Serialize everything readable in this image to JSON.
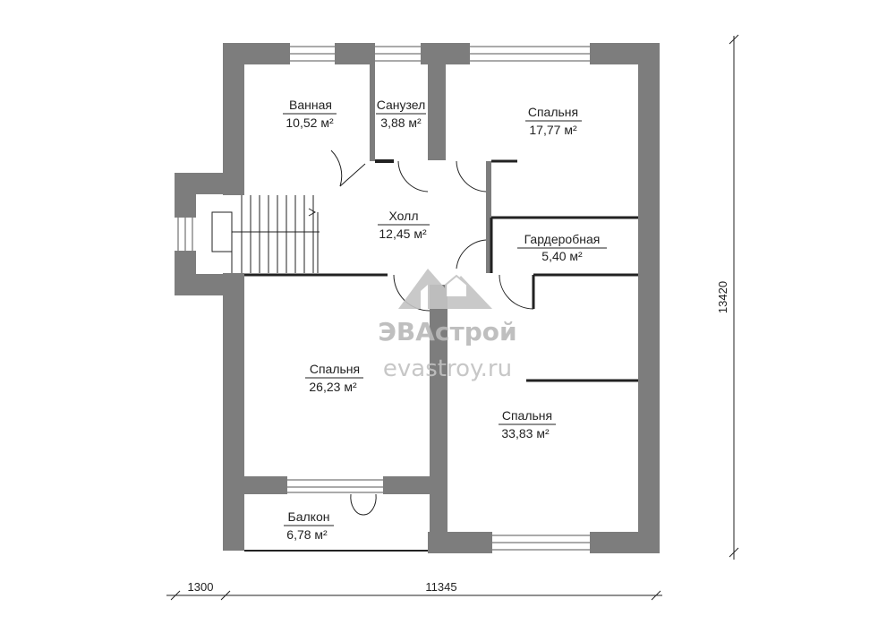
{
  "rooms": [
    {
      "name": "Ванная",
      "area": "10,52 м²"
    },
    {
      "name": "Санузел",
      "area": "3,88 м²"
    },
    {
      "name": "Спальня",
      "area": "17,77 м²"
    },
    {
      "name": "Холл",
      "area": "12,45 м²"
    },
    {
      "name": "Гардеробная",
      "area": "5,40 м²"
    },
    {
      "name": "Спальня",
      "area": "26,23 м²"
    },
    {
      "name": "Спальня",
      "area": "33,83 м²"
    },
    {
      "name": "Балкон",
      "area": "6,78 м²"
    }
  ],
  "dimensions": {
    "bottom_left": "1300",
    "bottom_main": "11345",
    "right": "13420"
  },
  "watermark": {
    "name": "ЭВАстрой",
    "url": "evastroy.ru"
  },
  "colors": {
    "wall": "#7d7d7d",
    "line": "#222222",
    "watermark": "#b9b9b9"
  }
}
